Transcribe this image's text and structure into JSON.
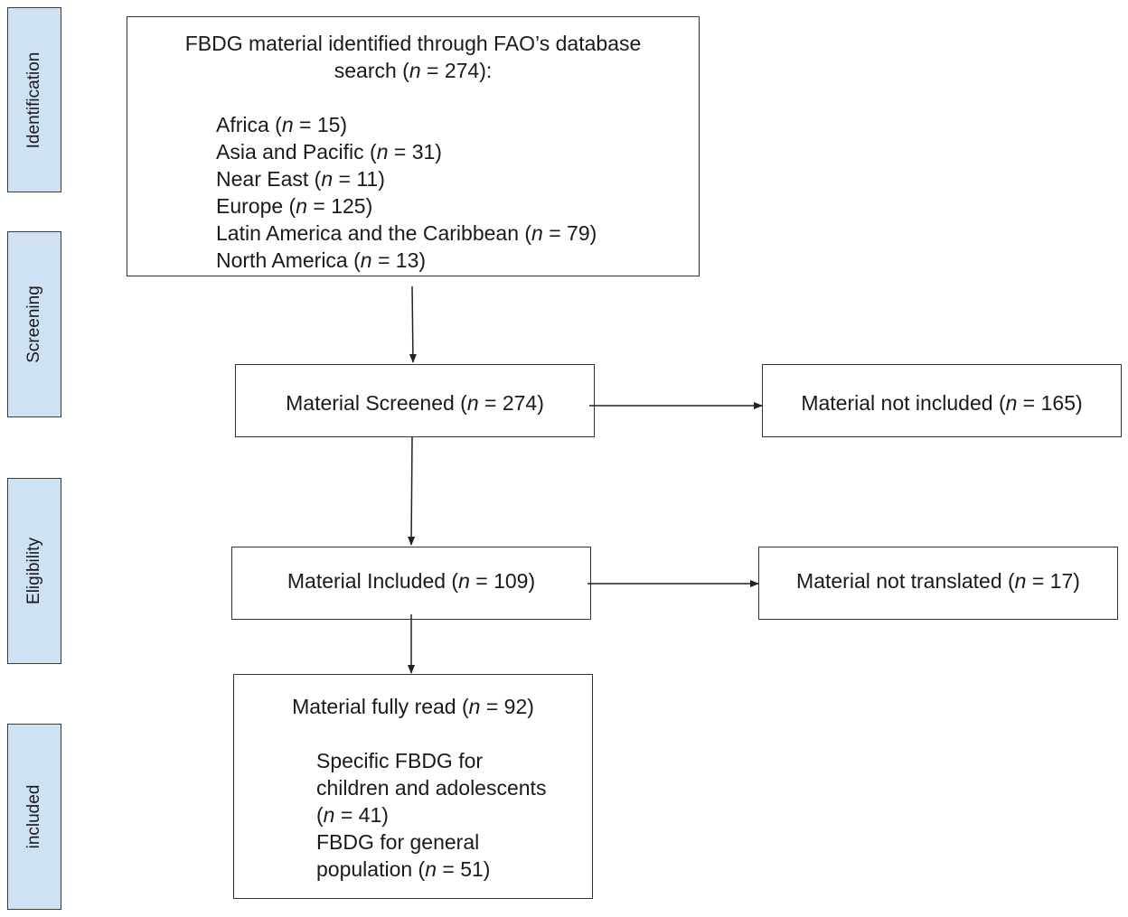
{
  "stages": {
    "identification": "Identification",
    "screening": "Screening",
    "eligibility": "Eligibility",
    "included": "included"
  },
  "identified": {
    "title_line1": "FBDG material identified through FAO’s database",
    "title_line2_pre": "search (",
    "title_line2_post": " = 274):",
    "regions": [
      {
        "name": "Africa (",
        "count": " = 15)"
      },
      {
        "name": "Asia and Pacific (",
        "count": " = 31)"
      },
      {
        "name": "Near East (",
        "count": " = 11)"
      },
      {
        "name": "Europe (",
        "count": " = 125)"
      },
      {
        "name": "Latin America and the Caribbean (",
        "count": " = 79)"
      },
      {
        "name": "North America (",
        "count": " = 13)"
      }
    ]
  },
  "screened": {
    "pre": "Material Screened (",
    "post": " = 274)"
  },
  "not_included": {
    "pre": "Material not included (",
    "post": " = 165)"
  },
  "included_box": {
    "pre": "Material Included (",
    "post": " = 109)"
  },
  "not_translated": {
    "pre": "Material not translated (",
    "post": " = 17)"
  },
  "fully_read": {
    "title_pre": "Material fully read (",
    "title_post": " = 92)",
    "line1": "Specific FBDG for",
    "line2": "children and adolescents",
    "line3_pre": "(",
    "line3_post": " = 41)",
    "line4": "FBDG for general",
    "line5_pre": "population (",
    "line5_post": " = 51)"
  },
  "n_symbol": "n"
}
